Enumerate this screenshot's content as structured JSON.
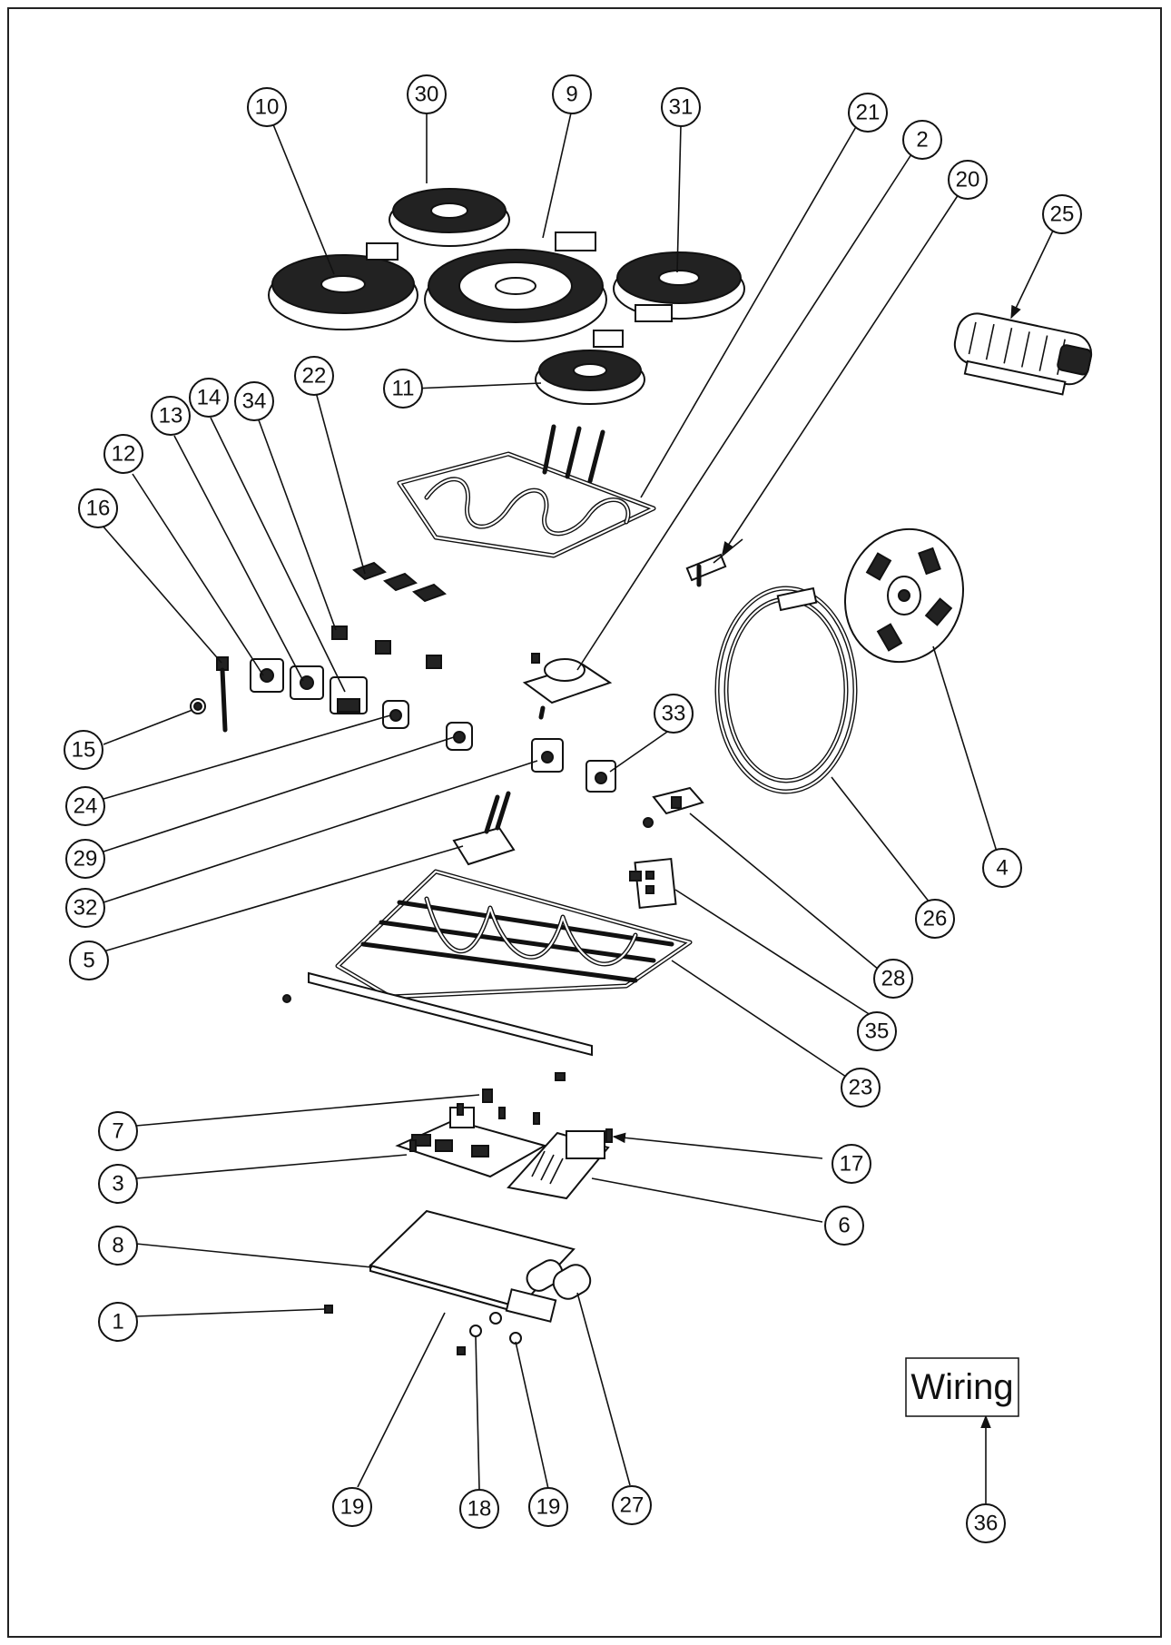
{
  "diagram": {
    "wiring_label": "Wiring",
    "callouts": [
      "10",
      "30",
      "9",
      "31",
      "21",
      "2",
      "20",
      "25",
      "11",
      "22",
      "34",
      "14",
      "13",
      "12",
      "16",
      "15",
      "24",
      "29",
      "32",
      "5",
      "33",
      "4",
      "26",
      "28",
      "35",
      "23",
      "7",
      "17",
      "3",
      "6",
      "8",
      "27",
      "1",
      "19",
      "18",
      "19",
      "36"
    ]
  }
}
